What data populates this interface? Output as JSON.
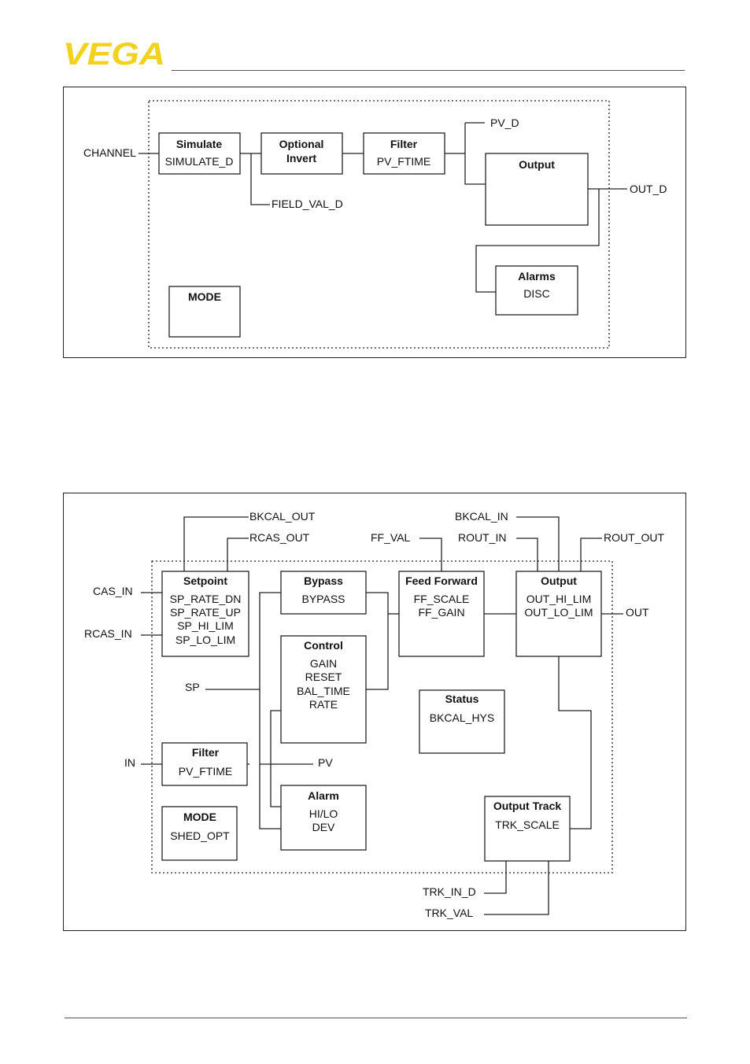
{
  "brand": {
    "logo_text": "VEGA",
    "logo_color": "#f2d21b"
  },
  "figure1": {
    "blocks": {
      "simulate": {
        "title": "Simulate",
        "param": "SIMULATE_D"
      },
      "optional": {
        "line1": "Optional",
        "line2": "Invert"
      },
      "filter": {
        "title": "Filter",
        "param": "PV_FTIME"
      },
      "output": {
        "title": "Output"
      },
      "alarms": {
        "title": "Alarms",
        "param": "DISC"
      },
      "mode": {
        "title": "MODE"
      }
    },
    "signals": {
      "channel": "CHANNEL",
      "pv_d": "PV_D",
      "out_d": "OUT_D",
      "field_val_d": "FIELD_VAL_D"
    }
  },
  "figure2": {
    "blocks": {
      "setpoint": {
        "title": "Setpoint",
        "params": [
          "SP_RATE_DN",
          "SP_RATE_UP",
          "SP_HI_LIM",
          "SP_LO_LIM"
        ]
      },
      "bypass": {
        "title": "Bypass",
        "param": "BYPASS"
      },
      "feedforward": {
        "title": "Feed Forward",
        "params": [
          "FF_SCALE",
          "FF_GAIN"
        ]
      },
      "output": {
        "title": "Output",
        "params": [
          "OUT_HI_LIM",
          "OUT_LO_LIM"
        ]
      },
      "control": {
        "title": "Control",
        "params": [
          "GAIN",
          "RESET",
          "BAL_TIME",
          "RATE"
        ]
      },
      "status": {
        "title": "Status",
        "param": "BKCAL_HYS"
      },
      "filter": {
        "title": "Filter",
        "param": "PV_FTIME"
      },
      "alarm": {
        "title": "Alarm",
        "params": [
          "HI/LO",
          "DEV"
        ]
      },
      "mode": {
        "title": "MODE",
        "param": "SHED_OPT"
      },
      "outputtrack": {
        "title": "Output Track",
        "param": "TRK_SCALE"
      }
    },
    "signals": {
      "bkcal_out": "BKCAL_OUT",
      "rcas_out": "RCAS_OUT",
      "ff_val": "FF_VAL",
      "bkcal_in": "BKCAL_IN",
      "rout_in": "ROUT_IN",
      "rout_out": "ROUT_OUT",
      "cas_in": "CAS_IN",
      "rcas_in": "RCAS_IN",
      "sp": "SP",
      "in": "IN",
      "pv": "PV",
      "out": "OUT",
      "trk_in_d": "TRK_IN_D",
      "trk_val": "TRK_VAL"
    }
  }
}
